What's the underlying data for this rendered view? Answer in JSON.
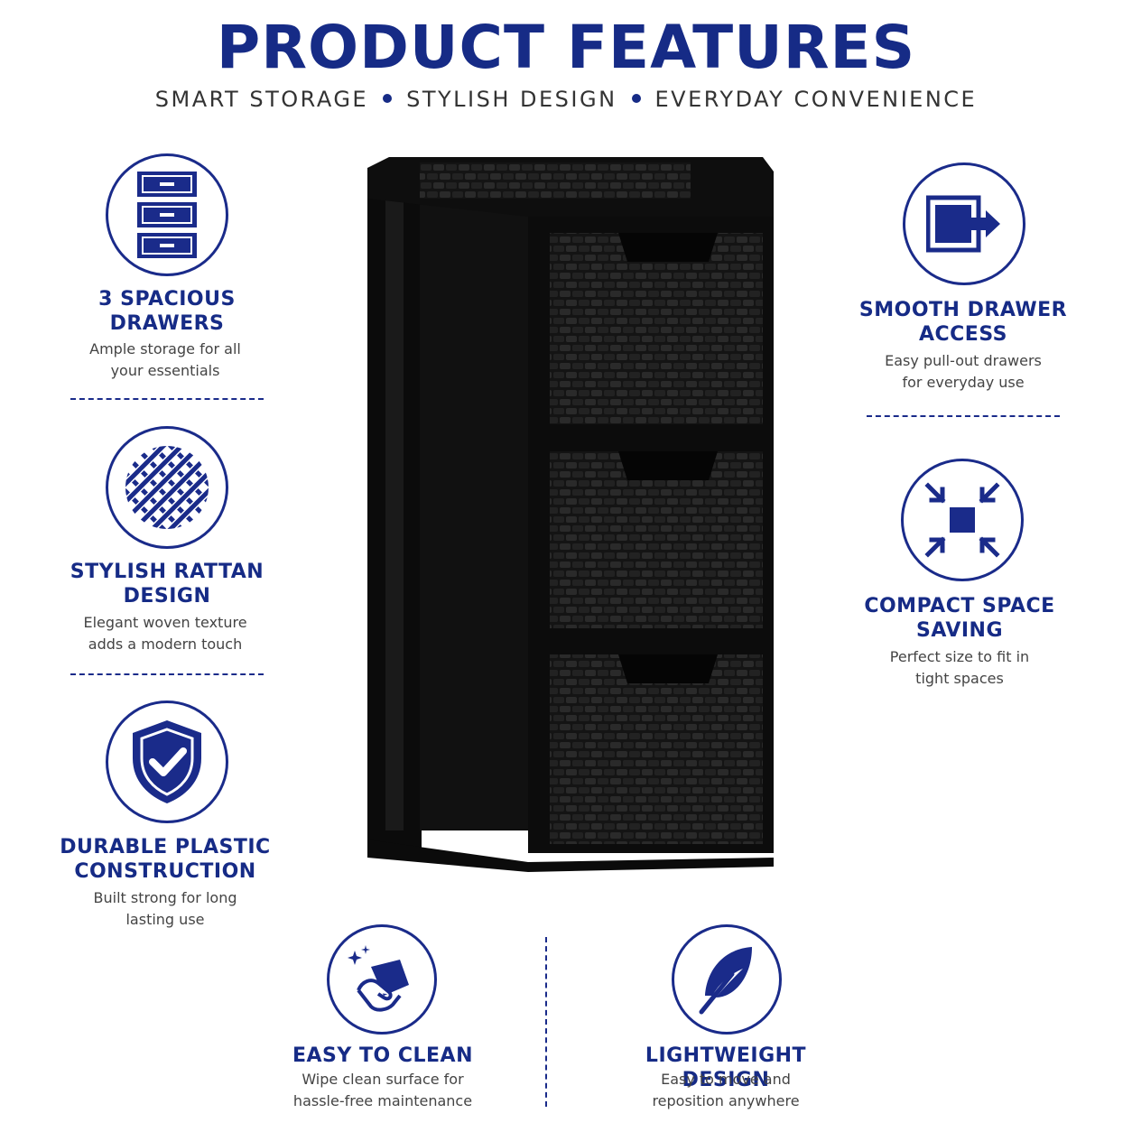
{
  "header": {
    "title": "PRODUCT FEATURES",
    "tagline": [
      "SMART STORAGE",
      "STYLISH DESIGN",
      "EVERYDAY CONVENIENCE"
    ]
  },
  "features": {
    "drawers": {
      "title_line1": "3 SPACIOUS",
      "title_line2": "DRAWERS",
      "desc_line1": "Ample storage for all",
      "desc_line2": "your essentials",
      "icon": "drawers-icon"
    },
    "rattan": {
      "title_line1": "STYLISH RATTAN",
      "title_line2": "DESIGN",
      "desc_line1": "Elegant woven texture",
      "desc_line2": "adds a modern touch",
      "icon": "woven-texture-icon"
    },
    "durable": {
      "title_line1": "DURABLE PLASTIC",
      "title_line2": "CONSTRUCTION",
      "desc_line1": "Built strong for long",
      "desc_line2": "lasting use",
      "icon": "shield-check-icon"
    },
    "smooth": {
      "title_line1": "SMOOTH DRAWER",
      "title_line2": "ACCESS",
      "desc_line1": "Easy pull-out drawers",
      "desc_line2": "for everyday use",
      "icon": "drawer-pull-icon"
    },
    "compact": {
      "title_line1": "COMPACT SPACE",
      "title_line2": "SAVING",
      "desc_line1": "Perfect size to fit in",
      "desc_line2": "tight spaces",
      "icon": "compress-icon"
    },
    "clean": {
      "title_line1": "EASY TO CLEAN",
      "desc_line1": "Wipe clean surface for",
      "desc_line2": "hassle-free maintenance",
      "icon": "wipe-hand-icon"
    },
    "light": {
      "title_line1": "LIGHTWEIGHT DESIGN",
      "desc_line1": "Easy to move and",
      "desc_line2": "reposition anywhere",
      "icon": "feather-icon"
    }
  },
  "colors": {
    "accent": "#162b86",
    "product": "#0d0d0d"
  }
}
